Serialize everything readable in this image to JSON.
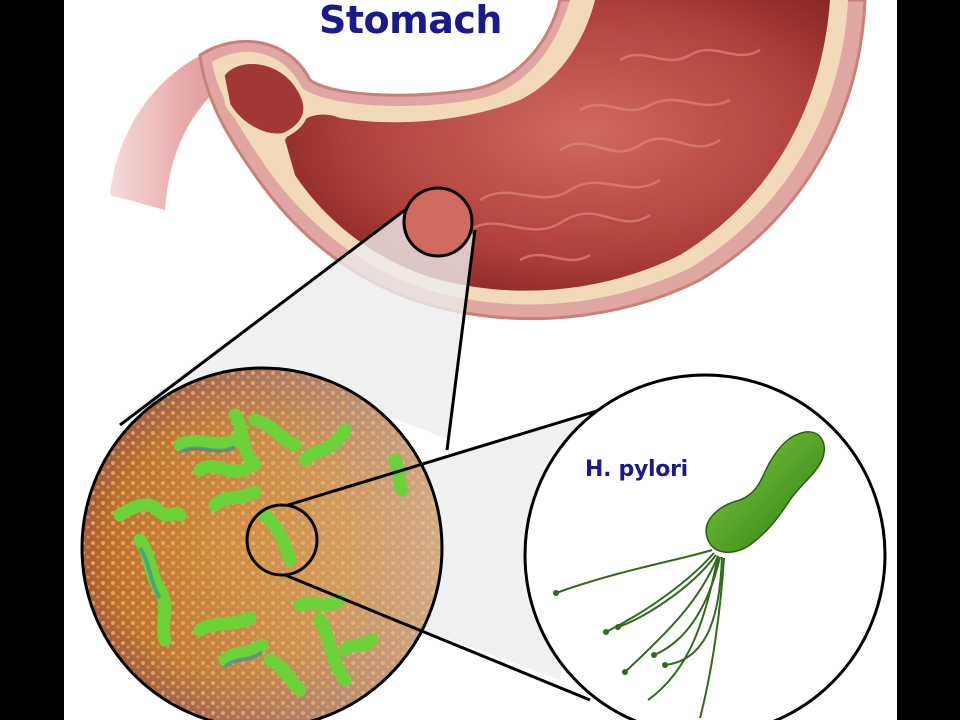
{
  "diagram": {
    "title": "Stomach",
    "organ_label": "Stomach",
    "detail_label": "H. pylori",
    "panels": [
      {
        "name": "stomach-cross-section",
        "description": "Cutaway illustration of the stomach showing inner mucosal folds"
      },
      {
        "name": "magnified-mucosa",
        "description": "Micrograph of stomach lining with green spiral bacteria"
      },
      {
        "name": "single-bacterium",
        "description": "Illustration of a single H. pylori bacterium with flagella"
      }
    ],
    "colors": {
      "label_text": "#1a1a8a",
      "stomach_inner": "#b8453e",
      "stomach_wall": "#e8a5a0",
      "bacteria": "#5cc23a",
      "mucosa": "#c9892f",
      "background": "#ffffff",
      "letterbox": "#000000"
    }
  }
}
